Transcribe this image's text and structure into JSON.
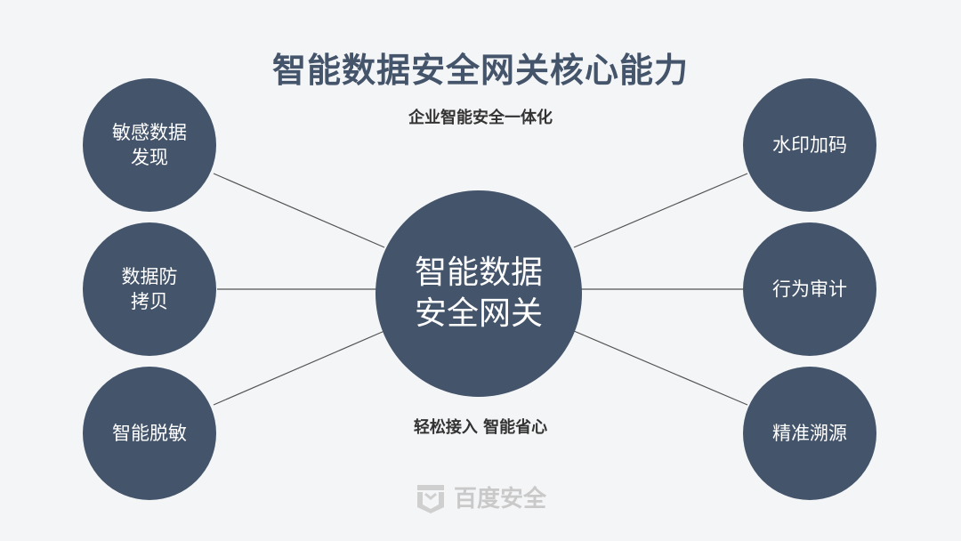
{
  "title": "智能数据安全网关核心能力",
  "subtitle_top": "企业智能安全一体化",
  "subtitle_bottom": "轻松接入  智能省心",
  "center": "智能数据安全网关",
  "left_nodes": [
    {
      "label": "敏感数据发现"
    },
    {
      "label": "数据防拷贝"
    },
    {
      "label": "智能脱敏"
    }
  ],
  "right_nodes": [
    {
      "label": "水印加码"
    },
    {
      "label": "行为审计"
    },
    {
      "label": "精准溯源"
    }
  ],
  "watermark": "百度安全",
  "colors": {
    "node": "#44546a",
    "background": "#f4f5f7"
  }
}
